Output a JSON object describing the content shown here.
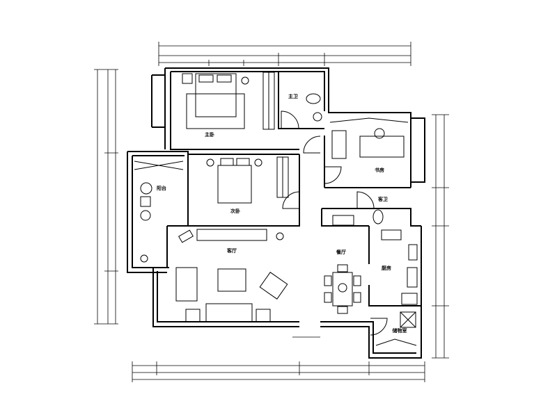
{
  "plan": {
    "rooms": {
      "master_bedroom": "主卧",
      "master_bath": "主卫",
      "study": "书房",
      "guest_bath": "客卫",
      "second_bedroom": "次卧",
      "balcony": "阳台",
      "living_room": "客厅",
      "dining_room": "餐厅",
      "kitchen": "厨房",
      "storage": "储物室"
    }
  }
}
